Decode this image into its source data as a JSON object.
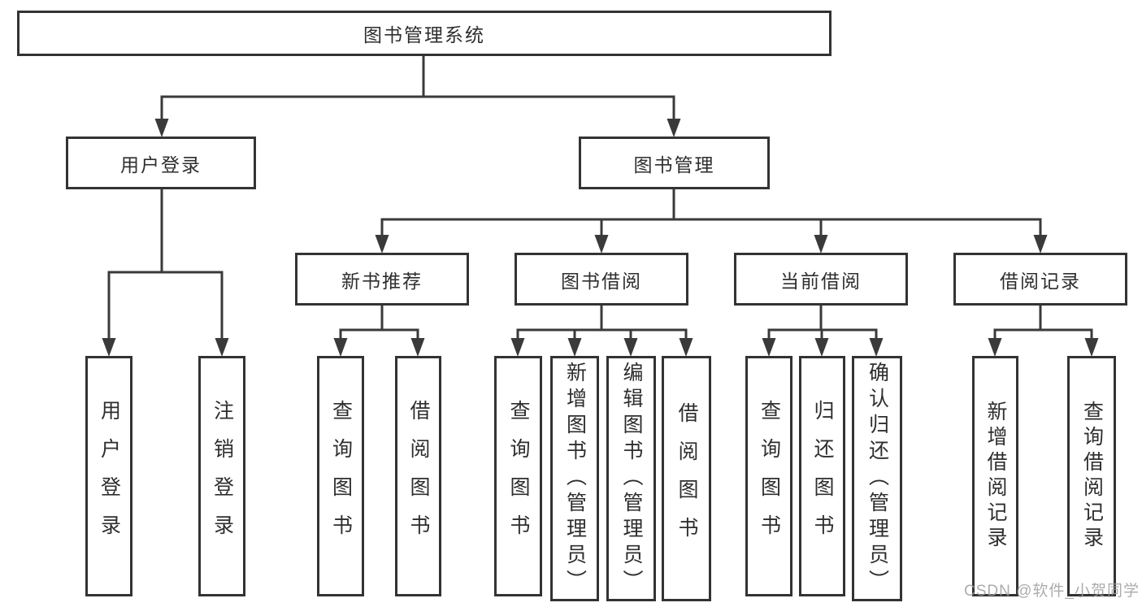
{
  "diagram": {
    "nodes": {
      "root": "图书管理系统",
      "user_login": "用户登录",
      "book_management": "图书管理",
      "new_book_recommend": "新书推荐",
      "book_borrow": "图书借阅",
      "current_borrow": "当前借阅",
      "borrow_record": "借阅记录",
      "user_login_leaf": "用户登录",
      "logout_leaf": "注销登录",
      "nb_query_book": "查询图书",
      "nb_borrow_book": "借阅图书",
      "bb_query_book": "查询图书",
      "bb_add_book_admin": "新增图书（管理员）",
      "bb_edit_book_admin": "编辑图书（管理员）",
      "bb_borrow_book": "借阅图书",
      "cb_query_book": "查询图书",
      "cb_return_book": "归还图书",
      "cb_confirm_return_admin": "确认归还（管理员）",
      "br_add_record": "新增借阅记录",
      "br_query_record": "查询借阅记录"
    },
    "structure": {
      "root": [
        "user_login",
        "book_management"
      ],
      "user_login": [
        "user_login_leaf",
        "logout_leaf"
      ],
      "book_management": [
        "new_book_recommend",
        "book_borrow",
        "current_borrow",
        "borrow_record"
      ],
      "new_book_recommend": [
        "nb_query_book",
        "nb_borrow_book"
      ],
      "book_borrow": [
        "bb_query_book",
        "bb_add_book_admin",
        "bb_edit_book_admin",
        "bb_borrow_book"
      ],
      "current_borrow": [
        "cb_query_book",
        "cb_return_book",
        "cb_confirm_return_admin"
      ],
      "borrow_record": [
        "br_add_record",
        "br_query_record"
      ]
    }
  },
  "watermark": {
    "text": "CSDN @软件_小贺同学"
  },
  "colors": {
    "line": "#3a3a3a",
    "box_border": "#333333",
    "text": "#2e2e2e",
    "watermark": "#9e9e9e",
    "background": "#ffffff"
  }
}
